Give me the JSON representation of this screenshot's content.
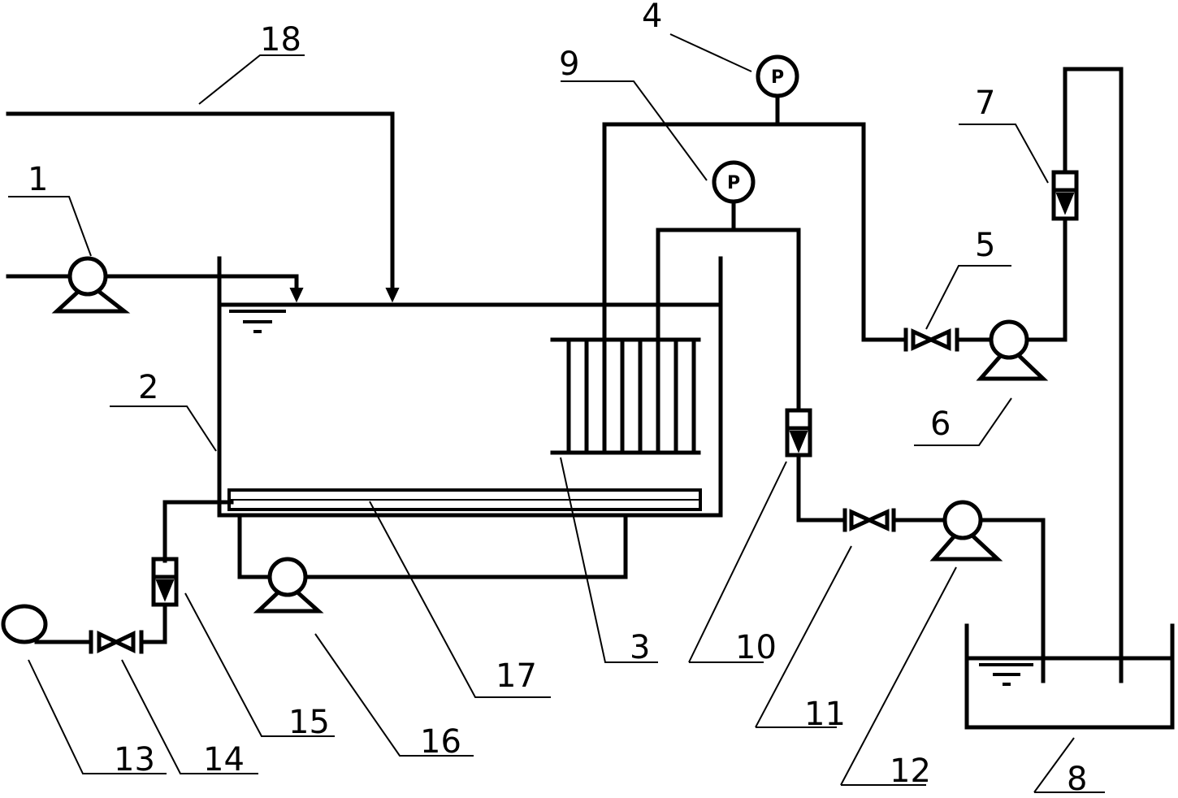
{
  "gauge_letter": "P",
  "callouts": [
    {
      "id": "1",
      "label": "1"
    },
    {
      "id": "2",
      "label": "2"
    },
    {
      "id": "3",
      "label": "3"
    },
    {
      "id": "4",
      "label": "4"
    },
    {
      "id": "5",
      "label": "5"
    },
    {
      "id": "6",
      "label": "6"
    },
    {
      "id": "7",
      "label": "7"
    },
    {
      "id": "8",
      "label": "8"
    },
    {
      "id": "9",
      "label": "9"
    },
    {
      "id": "10",
      "label": "10"
    },
    {
      "id": "11",
      "label": "11"
    },
    {
      "id": "12",
      "label": "12"
    },
    {
      "id": "13",
      "label": "13"
    },
    {
      "id": "14",
      "label": "14"
    },
    {
      "id": "15",
      "label": "15"
    },
    {
      "id": "16",
      "label": "16"
    },
    {
      "id": "17",
      "label": "17"
    },
    {
      "id": "18",
      "label": "18"
    }
  ]
}
